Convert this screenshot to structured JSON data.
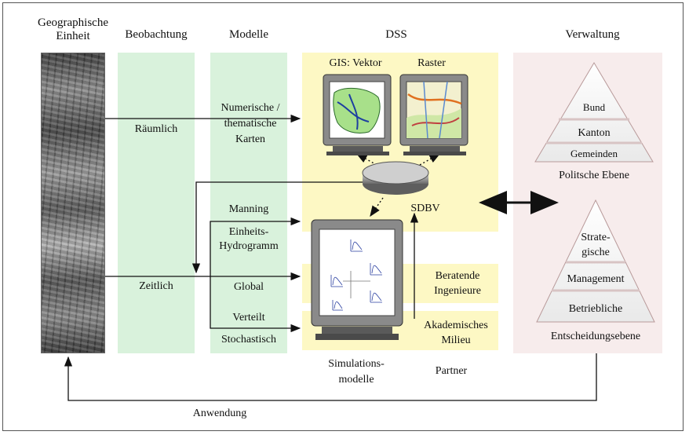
{
  "columns": {
    "geo": "Geographische\nEinheit",
    "beobachtung": "Beobachtung",
    "modelle": "Modelle",
    "dss": "DSS",
    "verwaltung": "Verwaltung"
  },
  "observation": {
    "raeumlich": "Räumlich",
    "zeitlich": "Zeitlich"
  },
  "models": {
    "numerische": "Numerische /\nthematische\nKarten",
    "manning": "Manning",
    "einheits": "Einheits-\nHydrogramm",
    "global": "Global",
    "verteilt": "Verteilt",
    "stochastisch": "Stochastisch"
  },
  "dss": {
    "gis_vektor": "GIS: Vektor",
    "raster": "Raster",
    "sdbv": "SDBV",
    "simulationsmodelle": "Simulations-\nmodelle",
    "beratende": "Beratende\nIngenieure",
    "akademisches": "Akademisches\nMilieu",
    "partner": "Partner"
  },
  "verwaltung": {
    "bund": "Bund",
    "kanton": "Kanton",
    "gemeinden": "Gemeinden",
    "politische": "Politsche Ebene",
    "strategische": "Strate-\ngische",
    "management": "Management",
    "betriebliche": "Betriebliche",
    "entscheidung": "Entscheidungsebene"
  },
  "anwendung": "Anwendung",
  "colors": {
    "green_band": "#d9f2dc",
    "yellow_band": "#fdf8c4",
    "pink_band": "#f7ecec",
    "monitor": "#7a7a7a"
  }
}
